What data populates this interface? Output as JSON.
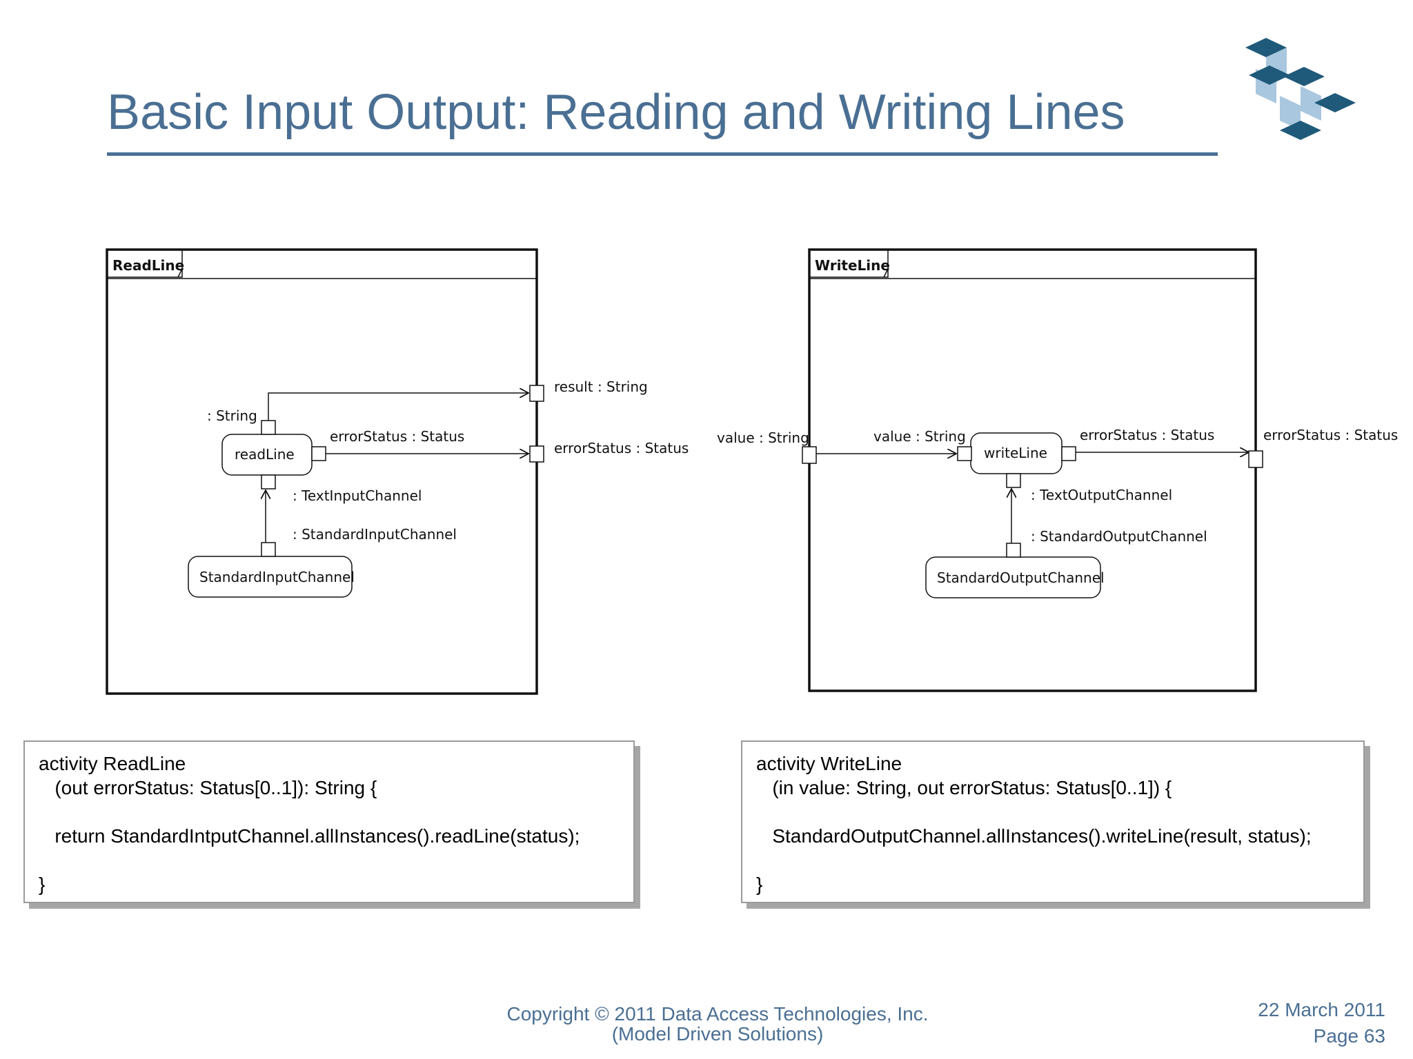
{
  "slide": {
    "title": "Basic Input Output: Reading and Writing Lines"
  },
  "diagram_read": {
    "frame_title": "ReadLine",
    "action": "readLine",
    "source": "StandardInputChannel",
    "pin_out_label": ": String",
    "flow_label_error": "errorStatus : Status",
    "pin_in_label": ": TextInputChannel",
    "source_pin_label": ": StandardInputChannel",
    "param_result": "result : String",
    "param_error": "errorStatus : Status"
  },
  "diagram_write": {
    "frame_title": "WriteLine",
    "action": "writeLine",
    "source": "StandardOutputChannel",
    "param_value": "value : String",
    "flow_label_value": "value : String",
    "flow_label_error": "errorStatus : Status",
    "param_error": "errorStatus : Status",
    "pin_in_label": ": TextOutputChannel",
    "source_pin_label": ": StandardOutputChannel"
  },
  "code_read": {
    "lines": [
      "activity ReadLine",
      "   (out errorStatus: Status[0..1]): String {",
      "",
      "   return StandardIntputChannel.allInstances().readLine(status);",
      "",
      "}"
    ]
  },
  "code_write": {
    "lines": [
      "activity WriteLine",
      "   (in value: String, out errorStatus: Status[0..1]) {",
      "",
      "   StandardOutputChannel.allInstances().writeLine(result, status);",
      "",
      "}"
    ]
  },
  "footer": {
    "copyright": "Copyright © 2011 Data Access Technologies, Inc.",
    "company": "(Model Driven Solutions)",
    "date": "22 March 2011",
    "page": "Page 63"
  },
  "colors": {
    "title": "#4a6f93",
    "logo_dark": "#1f5a7a",
    "logo_light": "#a9c7de"
  },
  "icons": {
    "logo": "company-logo-cubes-icon"
  }
}
